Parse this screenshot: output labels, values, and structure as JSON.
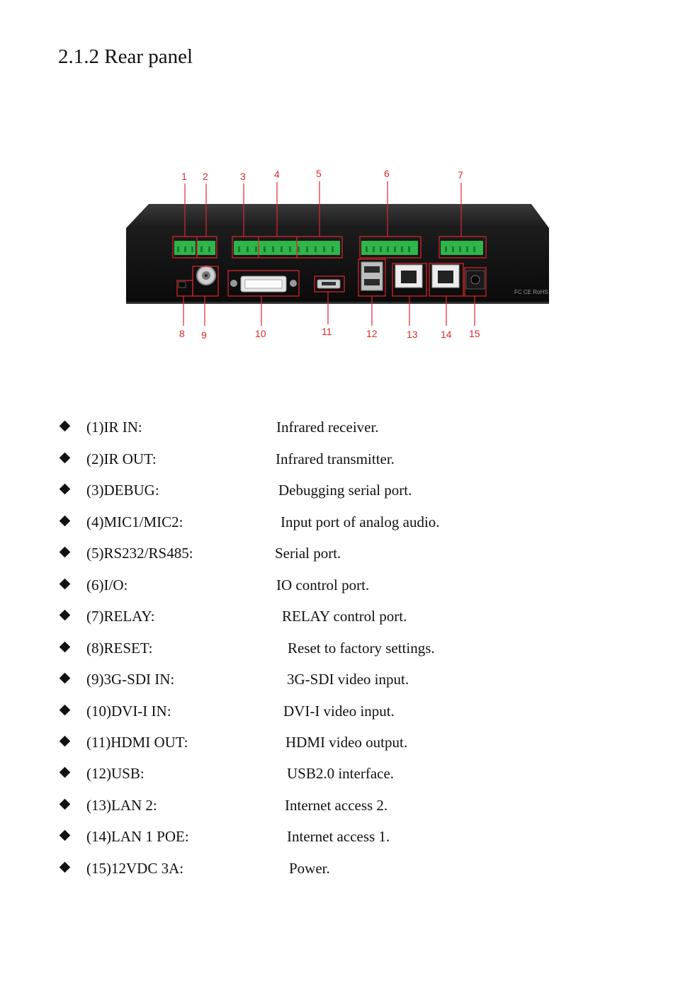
{
  "heading": "2.1.2 Rear panel",
  "figure": {
    "callouts": [
      "1",
      "2",
      "3",
      "4",
      "5",
      "6",
      "7",
      "8",
      "9",
      "10",
      "11",
      "12",
      "13",
      "14",
      "15"
    ],
    "marks": "FC CE RoHS"
  },
  "items": [
    {
      "label": "(1)IR IN:",
      "desc": "Infrared receiver."
    },
    {
      "label": "(2)IR OUT:",
      "desc": "Infrared transmitter."
    },
    {
      "label": "(3)DEBUG:",
      "desc": "Debugging serial port."
    },
    {
      "label": "(4)MIC1/MIC2:",
      "desc": "Input port of analog audio."
    },
    {
      "label": "(5)RS232/RS485:",
      "desc": "Serial port."
    },
    {
      "label": "(6)I/O:",
      "desc": "IO control port."
    },
    {
      "label": "(7)RELAY:",
      "desc": "RELAY control port."
    },
    {
      "label": "(8)RESET:",
      "desc": "Reset to factory settings."
    },
    {
      "label": "(9)3G-SDI IN:",
      "desc": "3G-SDI video input."
    },
    {
      "label": "(10)DVI-I IN:",
      "desc": "DVI-I video input."
    },
    {
      "label": "(11)HDMI OUT:",
      "desc": "HDMI video output."
    },
    {
      "label": "(12)USB:",
      "desc": "USB2.0 interface."
    },
    {
      "label": "(13)LAN 2:",
      "desc": "Internet access 2."
    },
    {
      "label": "(14)LAN 1 POE:",
      "desc": "Internet access 1."
    },
    {
      "label": "(15)12VDC 3A:",
      "desc": "Power."
    }
  ]
}
